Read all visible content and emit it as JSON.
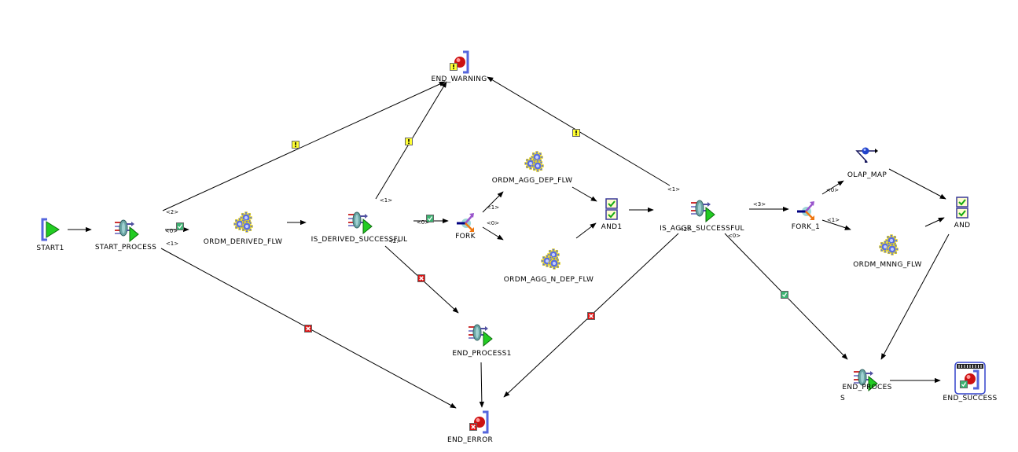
{
  "diagram": {
    "type": "process-flow",
    "nodes": [
      {
        "id": "START1",
        "label": "START1",
        "kind": "start"
      },
      {
        "id": "START_PROCESS",
        "label": "START_PROCESS",
        "kind": "process"
      },
      {
        "id": "ORDM_DERIVED_FLW",
        "label": "ORDM_DERIVED_FLW",
        "kind": "subflow"
      },
      {
        "id": "IS_DERIVED_SUCCESSFUL",
        "label": "IS_DERIVED_SUCCESSFUL",
        "kind": "process"
      },
      {
        "id": "FORK",
        "label": "FORK",
        "kind": "fork"
      },
      {
        "id": "ORDM_AGG_DEP_FLW",
        "label": "ORDM_AGG_DEP_FLW",
        "kind": "subflow"
      },
      {
        "id": "ORDM_AGG_N_DEP_FLW",
        "label": "ORDM_AGG_N_DEP_FLW",
        "kind": "subflow"
      },
      {
        "id": "AND1",
        "label": "AND1",
        "kind": "and"
      },
      {
        "id": "IS_AGGR_SUCCESSFUL",
        "label": "IS_AGGR_SUCCESSFUL",
        "kind": "process"
      },
      {
        "id": "FORK_1",
        "label": "FORK_1",
        "kind": "fork"
      },
      {
        "id": "OLAP_MAP",
        "label": "OLAP_MAP",
        "kind": "map"
      },
      {
        "id": "ORDM_MNNG_FLW",
        "label": "ORDM_MNNG_FLW",
        "kind": "subflow"
      },
      {
        "id": "AND",
        "label": "AND",
        "kind": "and"
      },
      {
        "id": "END_WARNING",
        "label": "END_WARNING",
        "kind": "end-warning"
      },
      {
        "id": "END_PROCESS1",
        "label": "END_PROCESS1",
        "kind": "process"
      },
      {
        "id": "END_ERROR",
        "label": "END_ERROR",
        "kind": "end-error"
      },
      {
        "id": "END_PROCESS",
        "label": "END_PROCES",
        "label2": "S",
        "kind": "process"
      },
      {
        "id": "END_SUCCESS",
        "label": "END_SUCCESS",
        "kind": "end-success"
      }
    ],
    "edges": [
      {
        "from": "START1",
        "to": "START_PROCESS"
      },
      {
        "from": "START_PROCESS",
        "to": "ORDM_DERIVED_FLW",
        "port": "<0>",
        "condition": "success"
      },
      {
        "from": "START_PROCESS",
        "to": "END_WARNING",
        "port": "<2>",
        "condition": "warning"
      },
      {
        "from": "START_PROCESS",
        "to": "END_ERROR",
        "port": "<1>",
        "condition": "error"
      },
      {
        "from": "ORDM_DERIVED_FLW",
        "to": "IS_DERIVED_SUCCESSFUL"
      },
      {
        "from": "IS_DERIVED_SUCCESSFUL",
        "to": "FORK",
        "port": "<0>",
        "condition": "success"
      },
      {
        "from": "IS_DERIVED_SUCCESSFUL",
        "to": "END_WARNING",
        "port": "<1>",
        "condition": "warning"
      },
      {
        "from": "IS_DERIVED_SUCCESSFUL",
        "to": "END_PROCESS1",
        "port": "<2>",
        "condition": "error"
      },
      {
        "from": "FORK",
        "to": "ORDM_AGG_DEP_FLW",
        "port": "<1>"
      },
      {
        "from": "FORK",
        "to": "ORDM_AGG_N_DEP_FLW",
        "port": "<0>"
      },
      {
        "from": "ORDM_AGG_DEP_FLW",
        "to": "AND1"
      },
      {
        "from": "ORDM_AGG_N_DEP_FLW",
        "to": "AND1"
      },
      {
        "from": "AND1",
        "to": "IS_AGGR_SUCCESSFUL"
      },
      {
        "from": "IS_AGGR_SUCCESSFUL",
        "to": "END_WARNING",
        "port": "<1>",
        "condition": "warning"
      },
      {
        "from": "IS_AGGR_SUCCESSFUL",
        "to": "FORK_1",
        "port": "<3>"
      },
      {
        "from": "IS_AGGR_SUCCESSFUL",
        "to": "END_ERROR",
        "port": "<2>",
        "condition": "error"
      },
      {
        "from": "IS_AGGR_SUCCESSFUL",
        "to": "END_PROCESS",
        "port": "<0>",
        "condition": "success"
      },
      {
        "from": "FORK_1",
        "to": "OLAP_MAP",
        "port": "<0>"
      },
      {
        "from": "FORK_1",
        "to": "ORDM_MNNG_FLW",
        "port": "<1>"
      },
      {
        "from": "OLAP_MAP",
        "to": "AND"
      },
      {
        "from": "ORDM_MNNG_FLW",
        "to": "AND"
      },
      {
        "from": "AND",
        "to": "END_PROCESS"
      },
      {
        "from": "END_PROCESS1",
        "to": "END_ERROR"
      },
      {
        "from": "END_PROCESS",
        "to": "END_SUCCESS"
      }
    ],
    "condition_colors": {
      "success": "#3cb371",
      "warning": "#ffff33",
      "error": "#dd1111"
    }
  }
}
